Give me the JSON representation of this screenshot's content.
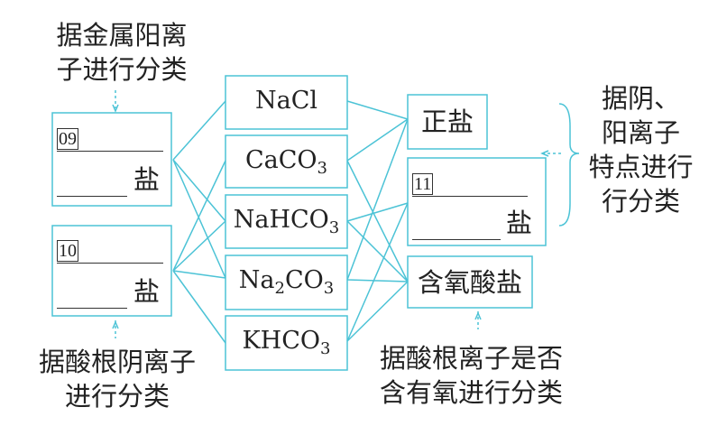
{
  "labels": {
    "top_left": [
      "据金属阳离",
      "子进行分类"
    ],
    "bottom_left": [
      "据酸根阴离子",
      "进行分类"
    ],
    "bottom_right": [
      "据酸根离子是否",
      "含有氧进行分类"
    ],
    "right": [
      "据阴、",
      "阳离子",
      "特点进行",
      "行分类"
    ]
  },
  "left_boxes": [
    {
      "number": "09",
      "suffix": "盐"
    },
    {
      "number": "10",
      "suffix": "盐"
    }
  ],
  "salts": [
    {
      "base": "NaCl",
      "sub1": "",
      "mid": "",
      "sub2": ""
    },
    {
      "base": "CaCO",
      "sub1": "",
      "mid": "",
      "sub2": "3"
    },
    {
      "base": "NaHCO",
      "sub1": "",
      "mid": "",
      "sub2": "3"
    },
    {
      "base": "Na",
      "sub1": "2",
      "mid": "CO",
      "sub2": "3"
    },
    {
      "base": "KHCO",
      "sub1": "",
      "mid": "",
      "sub2": "3"
    }
  ],
  "right_boxes": {
    "normal": "正盐",
    "blank_number": "11",
    "blank_suffix": "盐",
    "oxy": "含氧酸盐"
  },
  "colors": {
    "line": "#4cc3d6"
  }
}
